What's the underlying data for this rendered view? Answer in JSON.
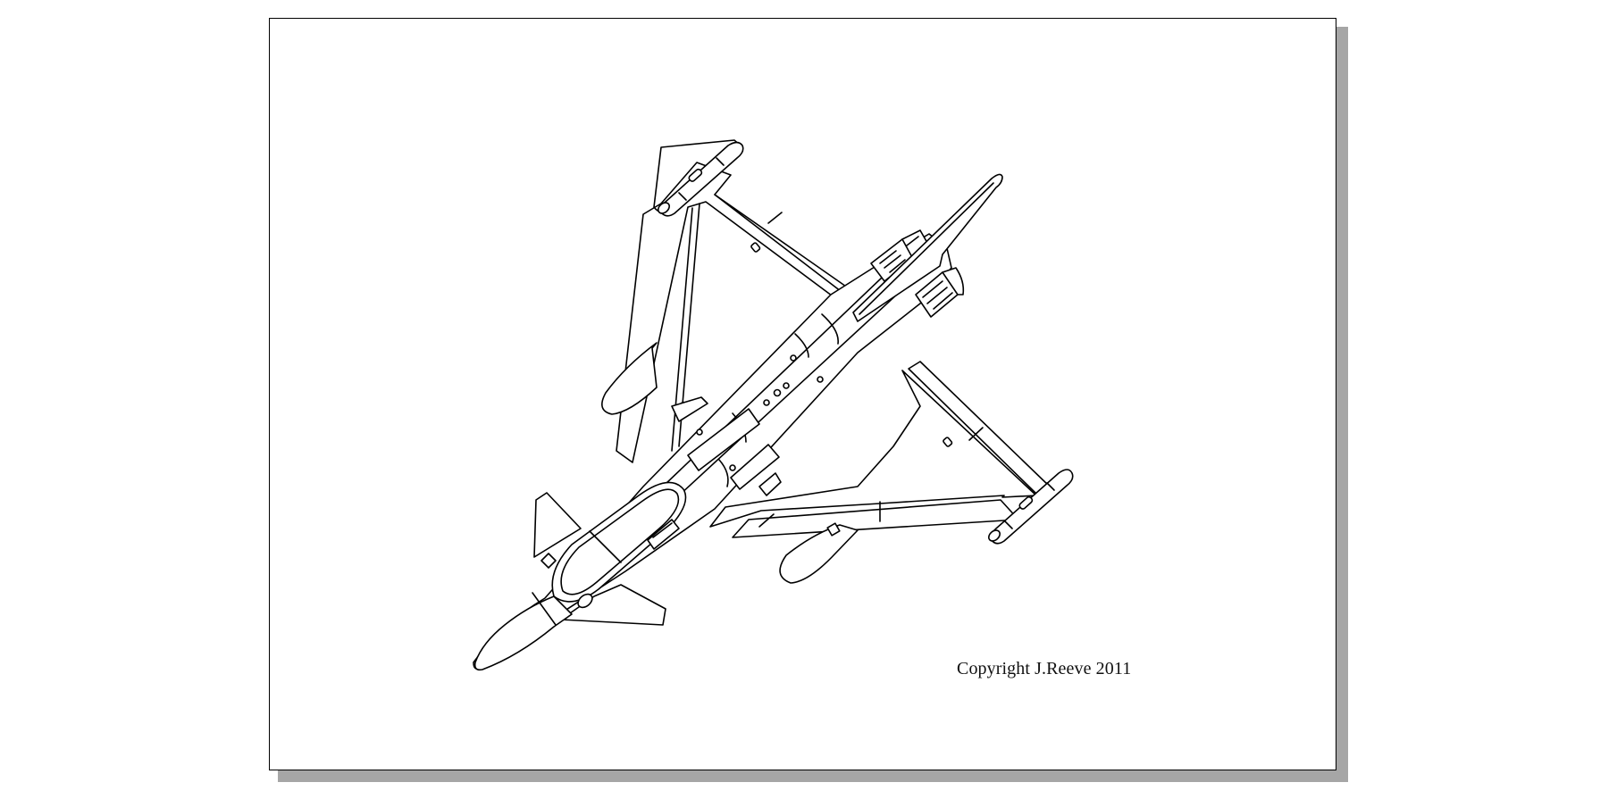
{
  "figure": {
    "subject": "Fighter aircraft line drawing (underside view, angled)",
    "style": "black outline on white",
    "colors": {
      "page_background": "#ffffff",
      "page_border": "#000000",
      "page_shadow": "#a6a6a6",
      "line": "#000000"
    },
    "parts": [
      "nose-cone",
      "canopy",
      "canard-left",
      "canard-right",
      "fuselage",
      "wing-left",
      "wing-right",
      "wingtip-pod-left",
      "wingtip-pod-right",
      "drop-tank-left",
      "drop-tank-right",
      "engine-nozzle-left",
      "engine-nozzle-right",
      "tail-fin"
    ]
  },
  "caption": {
    "copyright": "Copyright J.Reeve 2011"
  }
}
